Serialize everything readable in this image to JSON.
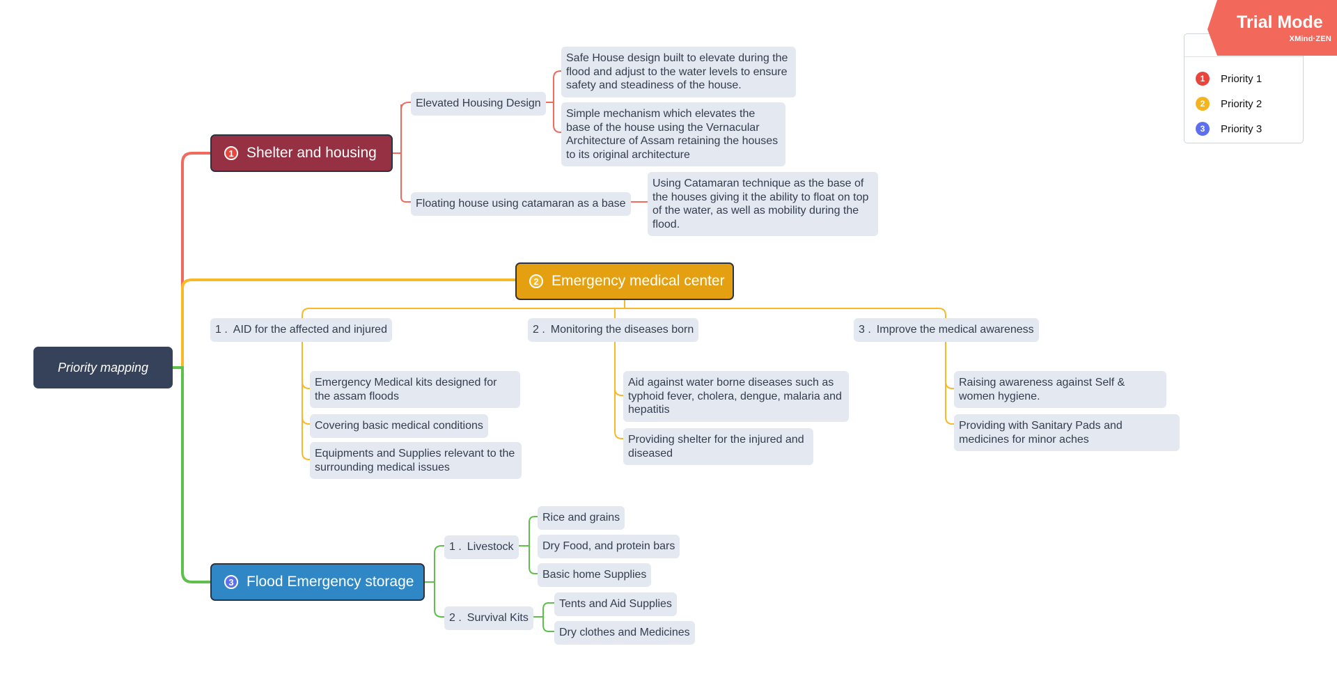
{
  "colors": {
    "priority1": "#e8453c",
    "priority2": "#f5b41e",
    "priority3": "#5b6ff0",
    "shelter_fill": "#953143",
    "medical_fill": "#e5a011",
    "storage_fill": "#2f87c6",
    "root_fill": "#354259",
    "line_red": "#f06a5e",
    "line_orange": "#f7b928",
    "line_green": "#5ec04b"
  },
  "root": {
    "label": "Priority mapping"
  },
  "branches": {
    "shelter": {
      "badge": "1",
      "label": "Shelter and housing",
      "topics": [
        {
          "label": "Elevated Housing Design",
          "details": [
            "Safe House design built to elevate during the flood and adjust to the water levels to ensure safety and steadiness of the house.",
            "Simple mechanism which elevates the base of the house using the Vernacular Architecture of Assam retaining the houses to its original architecture"
          ]
        },
        {
          "label": "Floating house using catamaran as a base",
          "details": [
            "Using Catamaran technique as the base of the houses giving it the ability to float on top of the water, as well as mobility during the flood."
          ]
        }
      ]
    },
    "medical": {
      "badge": "2",
      "label": "Emergency medical center",
      "topics": [
        {
          "num": "1 .",
          "label": "AID for the affected and injured",
          "details": [
            "Emergency Medical kits designed for the assam floods",
            "Covering basic medical conditions",
            "Equipments and Supplies relevant to the surrounding medical issues"
          ]
        },
        {
          "num": "2 .",
          "label": "Monitoring the diseases born",
          "details": [
            "Aid against water borne diseases such as typhoid fever, cholera, dengue, malaria and hepatitis",
            "Providing shelter for the injured and diseased"
          ]
        },
        {
          "num": "3 .",
          "label": "Improve the medical awareness",
          "details": [
            "Raising awareness against Self & women hygiene.",
            "Providing with Sanitary Pads and medicines for minor aches"
          ]
        }
      ]
    },
    "storage": {
      "badge": "3",
      "label": "Flood Emergency storage",
      "topics": [
        {
          "num": "1 .",
          "label": "Livestock",
          "details": [
            "Rice and grains",
            "Dry Food, and protein bars",
            "Basic home Supplies"
          ]
        },
        {
          "num": "2 .",
          "label": "Survival Kits",
          "details": [
            "Tents and Aid Supplies",
            "Dry clothes and Medicines"
          ]
        }
      ]
    }
  },
  "legend": {
    "title": "Legend",
    "items": [
      {
        "badge": "1",
        "label": "Priority 1"
      },
      {
        "badge": "2",
        "label": "Priority 2"
      },
      {
        "badge": "3",
        "label": "Priority 3"
      }
    ]
  },
  "watermark": {
    "title": "Trial Mode",
    "subtitle": "XMind·ZEN"
  }
}
